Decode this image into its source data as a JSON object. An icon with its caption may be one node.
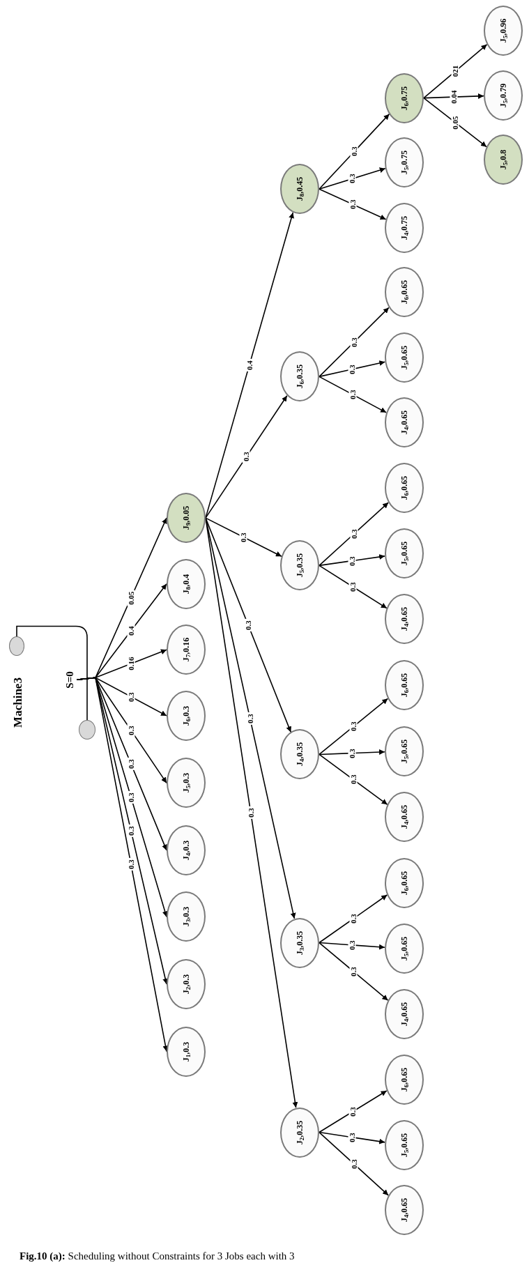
{
  "diagram": {
    "caption": "**Fig.10 (a):** Scheduling without Constraints for 3 Jobs each with 3",
    "nodes": [
      {
        "text": [],
        "shape": "ellipse",
        "beside": [
          "Machine3"
        ]
      },
      {
        "text": [],
        "shape": "ellipse"
      },
      {
        "text": [
          "S=0"
        ]
      },
      {
        "text": [
          "J$_{9}$,0.05"
        ]
      },
      {
        "text": [
          "J$_{8}$,0.4"
        ]
      },
      {
        "text": [
          "J$_{7}$,0.16"
        ]
      },
      {
        "text": [
          "J$_{6}$,0.3"
        ]
      },
      {
        "text": [
          "J$_{5}$,0.3"
        ]
      },
      {
        "text": [
          "J$_{4}$,0.3"
        ]
      },
      {
        "text": [
          "J$_{3}$,0.3"
        ]
      },
      {
        "text": [
          "J$_{2}$,0.3"
        ]
      },
      {
        "text": [
          "J$_{1}$,0.3"
        ]
      },
      {
        "text": [
          "J$_{8}$,0.45"
        ]
      },
      {
        "text": [
          "J$_{6}$,0.75"
        ]
      },
      {
        "text": [
          "J$_{5}$,0.96"
        ]
      },
      {
        "text": [
          "J$_{5}$,0.79"
        ]
      },
      {
        "text": [
          "J$_{5}$,0.8"
        ]
      },
      {
        "text": [
          "J$_{5}$,0.75"
        ]
      },
      {
        "text": [
          "J$_{4}$,0.75"
        ]
      },
      {
        "text": [
          "J$_{6}$,0.35"
        ]
      },
      {
        "text": [
          "J$_{6}$,0.65"
        ]
      },
      {
        "text": [
          "J$_{5}$,0.65"
        ]
      },
      {
        "text": [
          "J$_{4}$,0.65"
        ]
      },
      {
        "text": [
          "J$_{5}$,0.35"
        ]
      },
      {
        "text": [
          "J$_{6}$,0.65"
        ]
      },
      {
        "text": [
          "J$_{5}$,0.65"
        ]
      },
      {
        "text": [
          "J$_{4}$,0.65"
        ]
      },
      {
        "text": [
          "J$_{4}$,0.35"
        ]
      },
      {
        "text": [
          "J$_{6}$,0.65"
        ]
      },
      {
        "text": [
          "J$_{5}$,0.65"
        ]
      },
      {
        "text": [
          "J$_{4}$,0.65"
        ]
      },
      {
        "text": [
          "J$_{3}$,0.35"
        ]
      },
      {
        "text": [
          "J$_{6}$,0.65"
        ]
      },
      {
        "text": [
          "J$_{5}$,0.65"
        ]
      },
      {
        "text": [
          "J$_{4}$,0.65"
        ]
      },
      {
        "text": [
          "J$_{2}$,0.35"
        ]
      },
      {
        "text": [
          "J$_{6}$,0.65"
        ]
      },
      {
        "text": [
          "J$_{5}$,0.65"
        ]
      },
      {
        "text": [
          "J$_{4}$,0.65"
        ]
      }
    ],
    "edges": [
      {
        "from": 0,
        "to": 1,
        "arrow": "none"
      },
      {
        "from": 2,
        "to": 3,
        "arrow": "to",
        "label": "0.05"
      },
      {
        "from": 2,
        "to": 4,
        "arrow": "to",
        "label": "0.4"
      },
      {
        "from": 2,
        "to": 5,
        "arrow": "to",
        "label": "0.16"
      },
      {
        "from": 2,
        "to": 6,
        "arrow": "to",
        "label": "0.3"
      },
      {
        "from": 2,
        "to": 7,
        "arrow": "to",
        "label": "0.3"
      },
      {
        "from": 2,
        "to": 8,
        "arrow": "to",
        "label": "0.3"
      },
      {
        "from": 2,
        "to": 9,
        "arrow": "to",
        "label": "0.3"
      },
      {
        "from": 2,
        "to": 10,
        "arrow": "to",
        "label": "0.3"
      },
      {
        "from": 2,
        "to": 11,
        "arrow": "to",
        "label": "0.3"
      },
      {
        "from": 3,
        "to": 12,
        "arrow": "to",
        "label": "0.4"
      },
      {
        "from": 3,
        "to": 19,
        "arrow": "to",
        "label": "0.3"
      },
      {
        "from": 3,
        "to": 23,
        "arrow": "to",
        "label": "0.3"
      },
      {
        "from": 3,
        "to": 27,
        "arrow": "to",
        "label": "0.3"
      },
      {
        "from": 3,
        "to": 31,
        "arrow": "to",
        "label": "0.3"
      },
      {
        "from": 3,
        "to": 35,
        "arrow": "to",
        "label": "0.3"
      },
      {
        "from": 12,
        "to": 13,
        "arrow": "to",
        "label": "0.3"
      },
      {
        "from": 12,
        "to": 17,
        "arrow": "to",
        "label": "0.3"
      },
      {
        "from": 12,
        "to": 18,
        "arrow": "to",
        "label": "0.3"
      },
      {
        "from": 13,
        "to": 14,
        "arrow": "to",
        "label": "021"
      },
      {
        "from": 13,
        "to": 15,
        "arrow": "to",
        "label": "0.04"
      },
      {
        "from": 13,
        "to": 16,
        "arrow": "to",
        "label": "0.05"
      },
      {
        "from": 19,
        "to": 20,
        "arrow": "to",
        "label": "0.3"
      },
      {
        "from": 19,
        "to": 21,
        "arrow": "to",
        "label": "0.3"
      },
      {
        "from": 19,
        "to": 22,
        "arrow": "to",
        "label": "0.3"
      },
      {
        "from": 23,
        "to": 24,
        "arrow": "to",
        "label": "0.3"
      },
      {
        "from": 23,
        "to": 25,
        "arrow": "to",
        "label": "0.3"
      },
      {
        "from": 23,
        "to": 26,
        "arrow": "to",
        "label": "0.3"
      },
      {
        "from": 27,
        "to": 28,
        "arrow": "to",
        "label": "0.3"
      },
      {
        "from": 27,
        "to": 29,
        "arrow": "to",
        "label": "0.3"
      },
      {
        "from": 27,
        "to": 30,
        "arrow": "to",
        "label": "0.3"
      },
      {
        "from": 31,
        "to": 32,
        "arrow": "to",
        "label": "0.3"
      },
      {
        "from": 31,
        "to": 33,
        "arrow": "to",
        "label": "0.3"
      },
      {
        "from": 31,
        "to": 34,
        "arrow": "to",
        "label": "0.3"
      },
      {
        "from": 35,
        "to": 36,
        "arrow": "to",
        "label": "0.3"
      },
      {
        "from": 35,
        "to": 37,
        "arrow": "to",
        "label": "0.3"
      },
      {
        "from": 35,
        "to": 38,
        "arrow": "to",
        "label": "0.3"
      }
    ]
  }
}
